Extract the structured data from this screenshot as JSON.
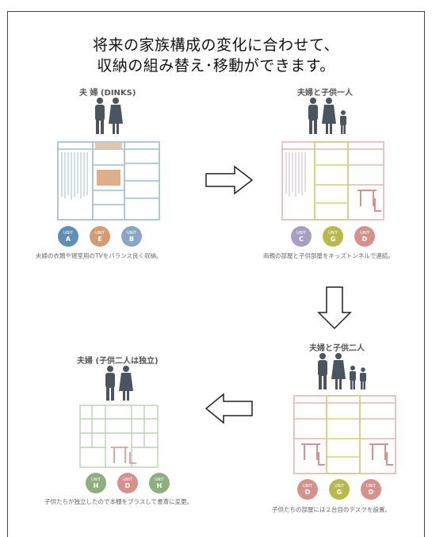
{
  "headline": {
    "line1": "将来の家族構成の変化に合わせて、",
    "line2": "収納の組み替え･移動ができます。"
  },
  "panels": [
    {
      "title": "夫 婦 (DINKS)",
      "caption": "夫婦の衣類や寝室用のTVをバランス良く収納。",
      "units": [
        {
          "unit": "UNIT",
          "letter": "A",
          "color": "#5d8fb8"
        },
        {
          "unit": "UNIT",
          "letter": "E",
          "color": "#d69b6e"
        },
        {
          "unit": "UNIT",
          "letter": "B",
          "color": "#8aa6c7"
        }
      ]
    },
    {
      "title": "夫婦と子供一人",
      "caption": "両親の部屋と子供部屋をキッズトンネルで連結。",
      "units": [
        {
          "unit": "UNIT",
          "letter": "C",
          "color": "#a89ec4"
        },
        {
          "unit": "UNIT",
          "letter": "G",
          "color": "#b9b84a"
        },
        {
          "unit": "UNIT",
          "letter": "D",
          "color": "#d6918d"
        }
      ]
    },
    {
      "title": "夫婦と子供二人",
      "caption": "子供たちの部屋には２台目のデスクを設置。",
      "units": [
        {
          "unit": "UNIT",
          "letter": "D",
          "color": "#d6918d"
        },
        {
          "unit": "UNIT",
          "letter": "G",
          "color": "#b9b84a"
        },
        {
          "unit": "UNIT",
          "letter": "D",
          "color": "#d6918d"
        }
      ]
    },
    {
      "title": "夫婦 (子供二人は独立)",
      "caption": "子供たちが独立したので本棚をプラスして書斎に変更。",
      "units": [
        {
          "unit": "UNIT",
          "letter": "H",
          "color": "#8fae80"
        },
        {
          "unit": "UNIT",
          "letter": "D",
          "color": "#d6918d"
        },
        {
          "unit": "UNIT",
          "letter": "H",
          "color": "#8fae80"
        }
      ]
    }
  ],
  "colors": {
    "figure": "#4a5560",
    "shelf_blue": "#9dbbd6",
    "shelf_yellow": "#d4cf7a",
    "shelf_pink": "#e4b6b2",
    "shelf_green": "#b7d3b0"
  }
}
